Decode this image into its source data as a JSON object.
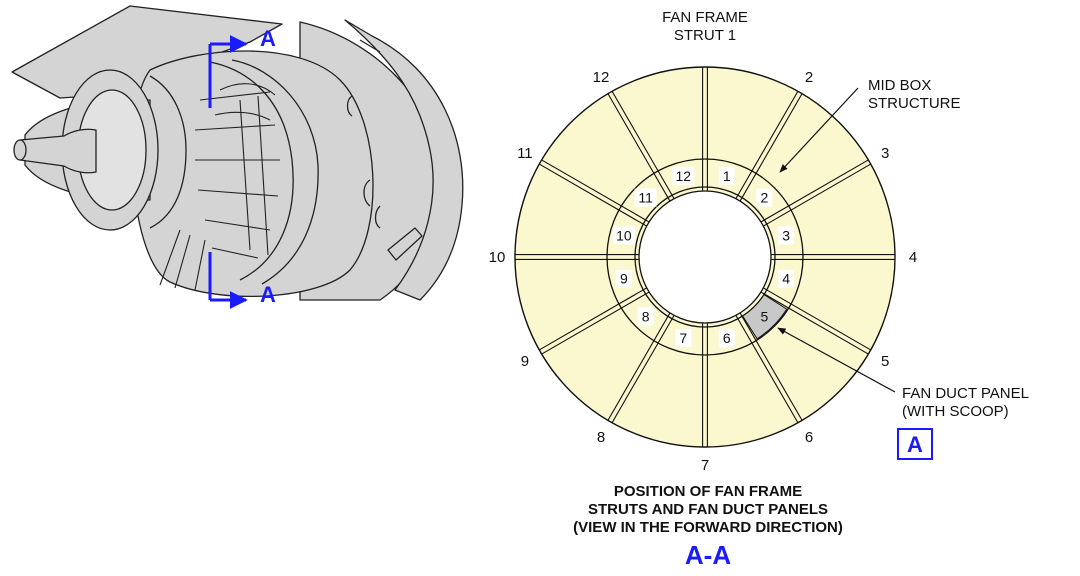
{
  "colors": {
    "engine_fill": "#d4d4d4",
    "frame_fill": "#fbf8cf",
    "scoop_fill": "#c8c8c8",
    "accent_blue": "#1a1aff",
    "ink": "#111111"
  },
  "engine_view": {
    "section_marker_top": "A",
    "section_marker_bottom": "A"
  },
  "frame_view": {
    "title_line1": "FAN FRAME",
    "title_line2": "STRUT 1",
    "outer_strut_labels": [
      "12",
      "2",
      "3",
      "11",
      "10",
      "4",
      "9",
      "5",
      "8",
      "6",
      "7"
    ],
    "inner_panel_labels": [
      "1",
      "2",
      "3",
      "4",
      "5",
      "6",
      "7",
      "8",
      "9",
      "10",
      "11",
      "12"
    ],
    "highlighted_panel": 5,
    "callout_mid_box_line1": "MID BOX",
    "callout_mid_box_line2": "STRUCTURE",
    "callout_duct_line1": "FAN DUCT PANEL",
    "callout_duct_line2": "(WITH SCOOP)",
    "detail_tag": "A"
  },
  "caption": {
    "line1": "POSITION OF FAN FRAME",
    "line2": "STRUTS AND FAN DUCT PANELS",
    "line3": "(VIEW IN THE FORWARD DIRECTION)",
    "section_label": "A-A"
  }
}
